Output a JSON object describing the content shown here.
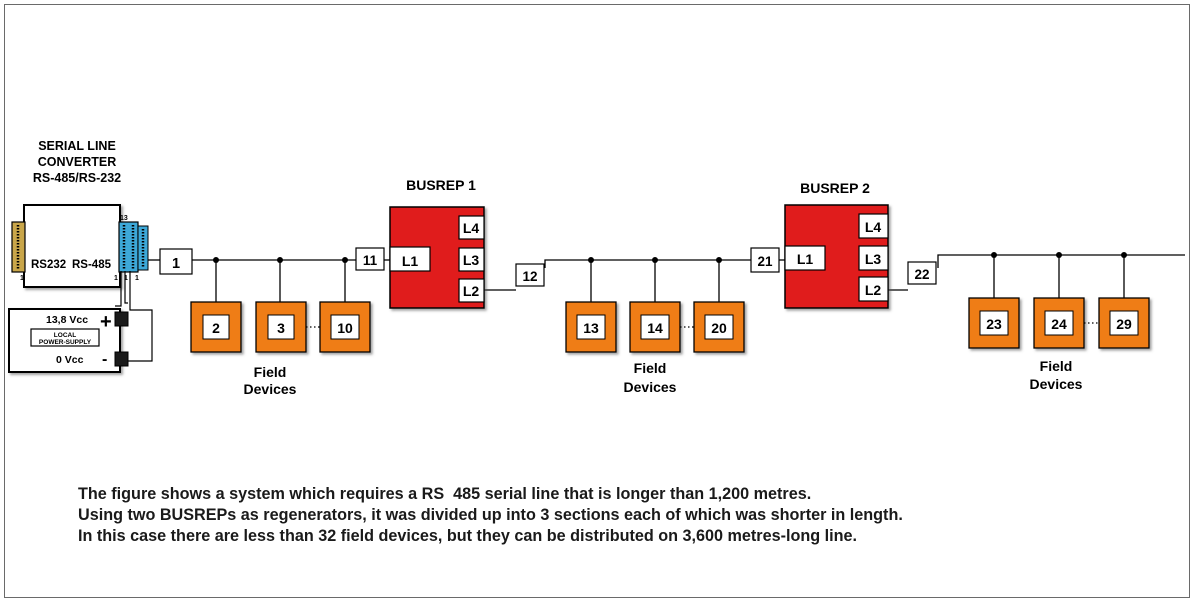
{
  "converter": {
    "title_line1": "SERIAL LINE",
    "title_line2": "CONVERTER",
    "title_line3": "RS-485/RS-232",
    "port_left": "RS232",
    "port_right": "RS-485",
    "pin_top": "13",
    "pin_left_bottom": "1",
    "pin_right_bottom_a": "1",
    "pin_right_bottom_b": "1",
    "pin_mid": "1"
  },
  "power_supply": {
    "positive_label": "13,8 Vcc",
    "plus_sign": "+",
    "name_line1": "LOCAL",
    "name_line2": "POWER-SUPPLY",
    "ground_label": "0 Vcc",
    "minus_sign": "-"
  },
  "busreps": [
    {
      "title": "BUSREP 1",
      "l1": "L1",
      "l2": "L2",
      "l3": "L3",
      "l4": "L4"
    },
    {
      "title": "BUSREP 2",
      "l1": "L1",
      "l2": "L2",
      "l3": "L3",
      "l4": "L4"
    }
  ],
  "line_tags": [
    "1",
    "11",
    "12",
    "21",
    "22"
  ],
  "devices": [
    "2",
    "3",
    "10",
    "13",
    "14",
    "20",
    "23",
    "24",
    "29"
  ],
  "field_devices_label": {
    "line1": "Field",
    "line2": "Devices"
  },
  "caption": [
    "The figure shows a system which requires a RS  485 serial line that is longer than 1,200 metres.",
    "Using two BUSREPs as regenerators, it was divided up into 3 sections each of which was shorter in length.",
    "In this case there are less than 32 field devices, but they can be distributed on 3,600 metres-long line."
  ],
  "colors": {
    "busrep_red": "#e01b1b",
    "device_orange": "#ef7d18",
    "connector_blue": "#3da8d8",
    "connector_yellow": "#c9a64a",
    "line": "#000000"
  }
}
